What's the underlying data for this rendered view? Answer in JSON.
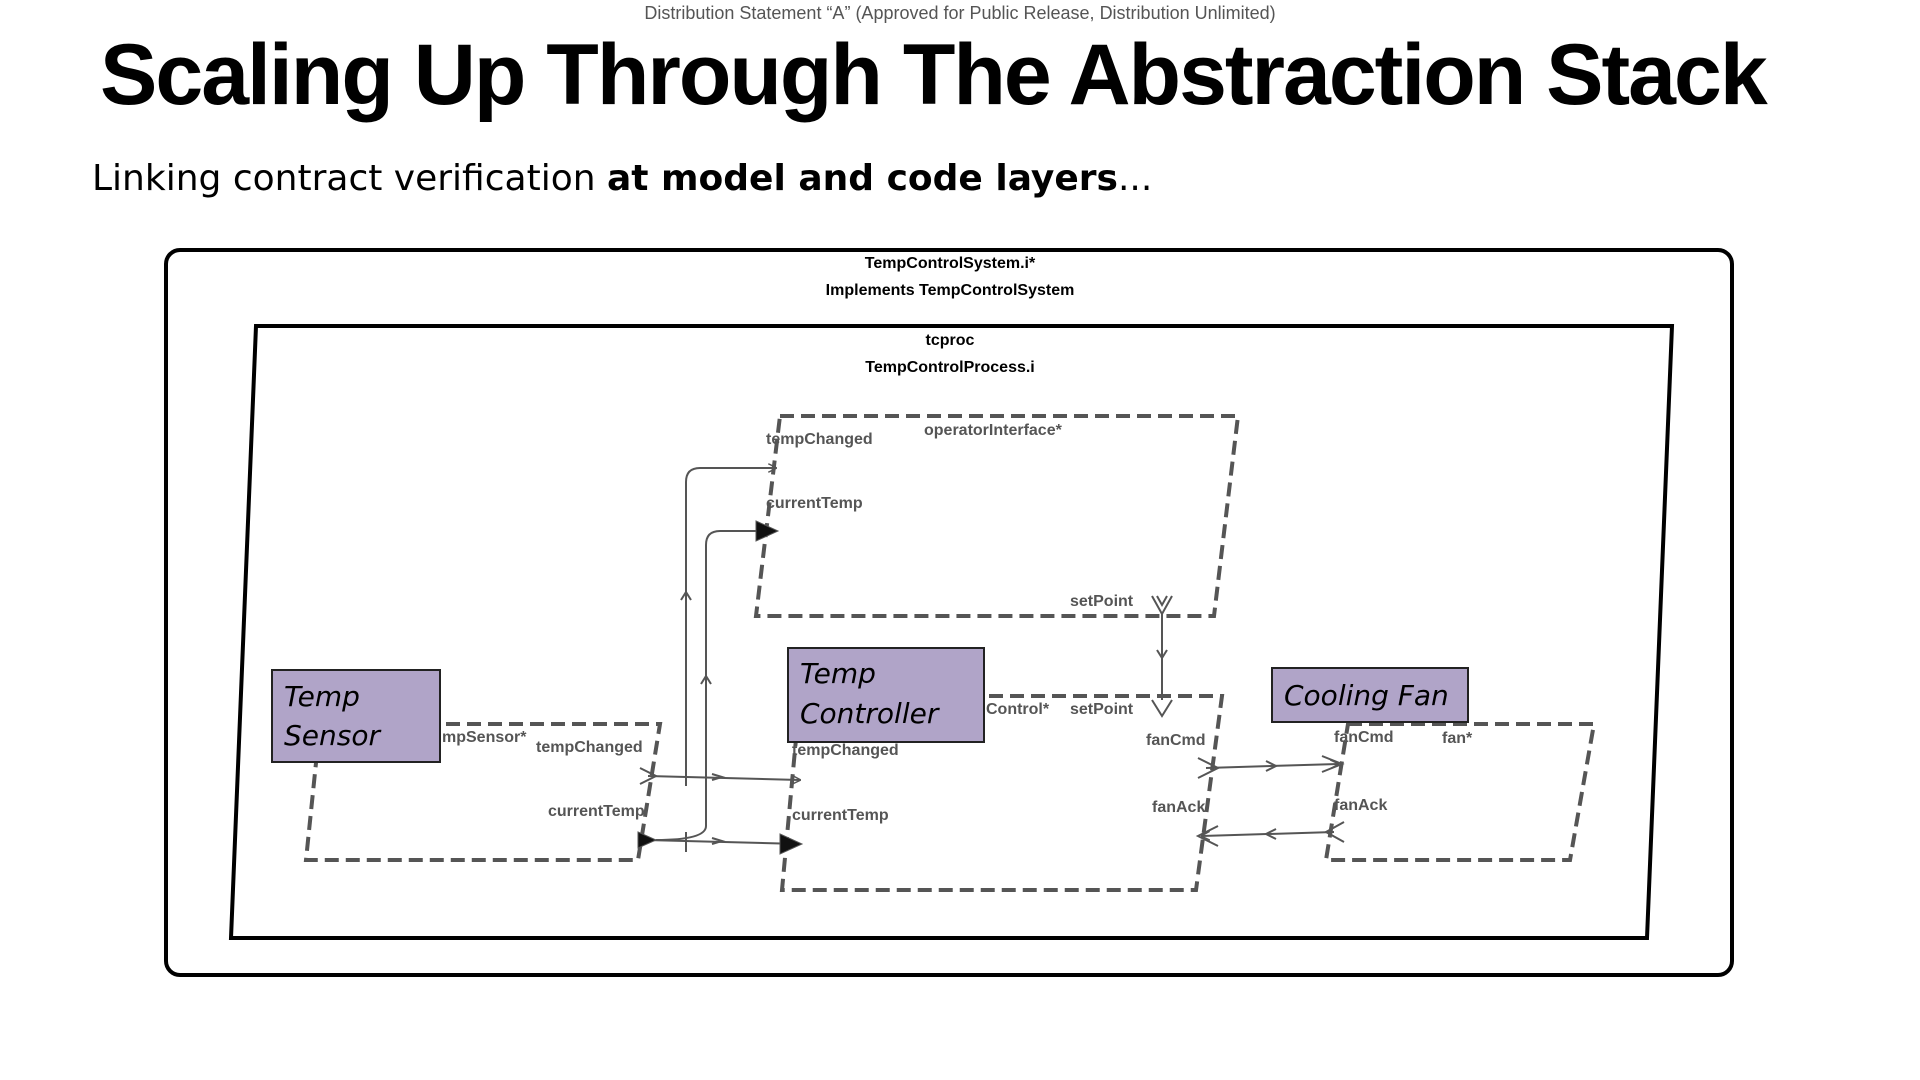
{
  "header": {
    "distribution_statement": "Distribution Statement “A” (Approved for Public Release, Distribution Unlimited)",
    "title": "Scaling Up Through The Abstraction Stack",
    "subtitle_prefix": "Linking contract verification ",
    "subtitle_bold": "at model and code layers",
    "subtitle_suffix": "..."
  },
  "diagram": {
    "system": {
      "name": "TempControlSystem.i*",
      "implements": "Implements TempControlSystem"
    },
    "process": {
      "name": "tcproc",
      "type": "TempControlProcess.i"
    },
    "components": {
      "operator_interface": {
        "name": "operatorInterface*",
        "ports": {
          "temp_changed": "tempChanged",
          "current_temp": "currentTemp",
          "set_point": "setPoint"
        }
      },
      "temp_sensor": {
        "name": "mpSensor*",
        "label_line1": "Temp",
        "label_line2": "Sensor",
        "ports": {
          "temp_changed": "tempChanged",
          "current_temp": "currentTemp"
        }
      },
      "temp_controller": {
        "name": "Control*",
        "label_line1": "Temp",
        "label_line2": "Controller",
        "ports": {
          "temp_changed": "tempChanged",
          "current_temp": "currentTemp",
          "set_point": "setPoint",
          "fan_cmd": "fanCmd",
          "fan_ack": "fanAck"
        }
      },
      "cooling_fan": {
        "name": "fan*",
        "label": "Cooling Fan",
        "ports": {
          "fan_cmd": "fanCmd",
          "fan_ack": "fanAck"
        }
      }
    },
    "colors": {
      "box_fill": "#b0a4c8",
      "dashed_stroke": "#555555",
      "connector": "#555555"
    }
  }
}
